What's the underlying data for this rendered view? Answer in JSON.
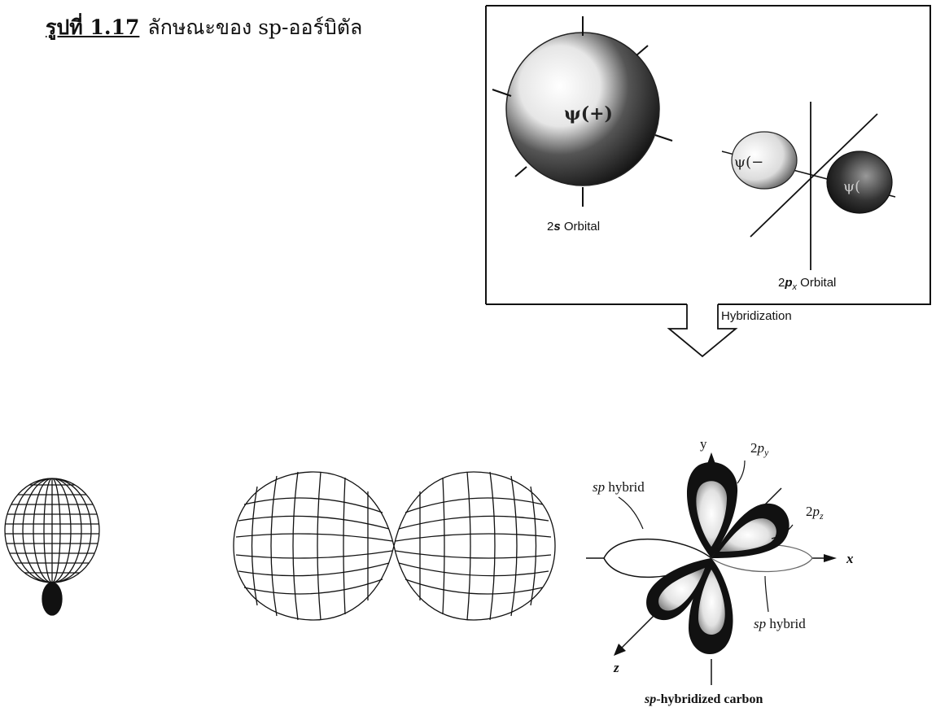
{
  "caption": {
    "figure_number": "รูปที่ 1.17",
    "title": "ลักษณะของ sp-ออร์บิตัล"
  },
  "top_box": {
    "s_orbital_label_prefix": "2",
    "s_orbital_label_italic": "s",
    "s_orbital_label_suffix": " Orbital",
    "s_orbital_sign": "ψ(+)",
    "p_orbital_label_prefix": "2",
    "p_orbital_label_italic": "p",
    "p_orbital_label_sub": "x",
    "p_orbital_label_suffix": " Orbital",
    "p_orbital_sign_left": "ψ(−",
    "p_orbital_sign_right": "ψ(",
    "arrow_label": "Hybridization"
  },
  "right_diagram": {
    "axis_x": "x",
    "axis_y": "y",
    "axis_z": "z",
    "label_2py_prefix": "2",
    "label_2py_italic": "p",
    "label_2py_sub": "y",
    "label_2pz_prefix": "2",
    "label_2pz_italic": "p",
    "label_2pz_sub": "z",
    "sp_hybrid_left_italic": "sp",
    "sp_hybrid_left_rest": " hybrid",
    "sp_hybrid_right_italic": "sp",
    "sp_hybrid_right_rest": " hybrid",
    "caption_italic": "sp",
    "caption_rest": "-hybridized carbon"
  }
}
